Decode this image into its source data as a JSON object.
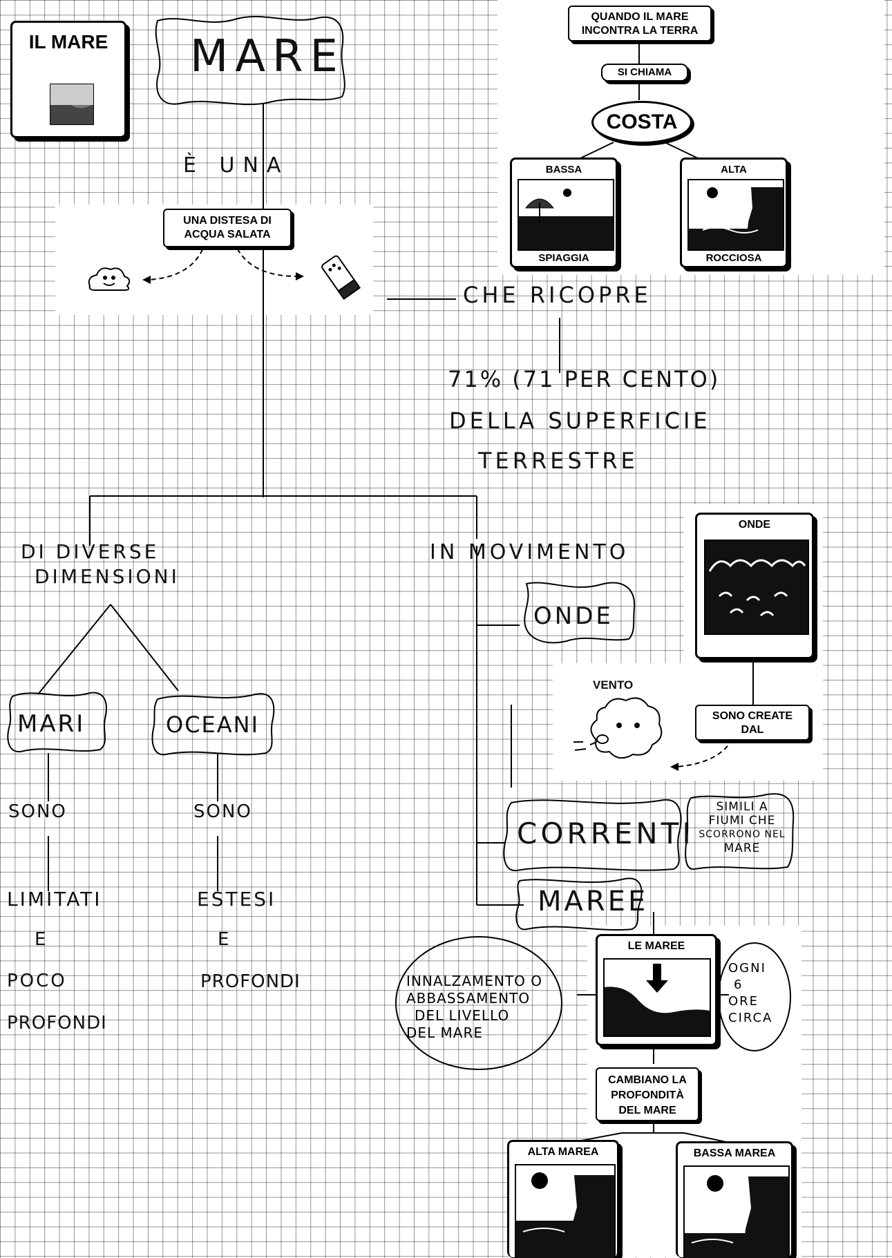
{
  "title_card": {
    "label": "IL MARE"
  },
  "top_concept": {
    "label": "MARE"
  },
  "e_una": {
    "label": "È UNA"
  },
  "distesa": {
    "label_line1": "UNA DISTESA DI",
    "label_line2": "ACQUA SALATA"
  },
  "costa_branch": {
    "quando_line1": "QUANDO IL MARE",
    "quando_line2": "INCONTRA LA TERRA",
    "si_chiama": "SI CHIAMA",
    "costa": "COSTA",
    "bassa": {
      "top": "BASSA",
      "bottom": "SPIAGGIA"
    },
    "alta": {
      "top": "ALTA",
      "bottom": "ROCCIOSA"
    }
  },
  "che_ricopre": {
    "label": "CHE RICOPRE"
  },
  "percent": {
    "line1": "71% (71 PER CENTO)",
    "line2": "DELLA SUPERFICIE",
    "line3": "TERRESTRE"
  },
  "dimensioni": {
    "line1": "DI DIVERSE",
    "line2": "DIMENSIONI"
  },
  "movimento": {
    "label": "IN MOVIMENTO"
  },
  "mari": {
    "label": "MARI",
    "sono": "SONO",
    "d1": "LIMITATI",
    "d2": "E",
    "d3": "POCO",
    "d4": "PROFONDI"
  },
  "oceani": {
    "label": "OCEANI",
    "sono": "SONO",
    "d1": "ESTESI",
    "d2": "E",
    "d3": "PROFONDI"
  },
  "onde": {
    "label": "ONDE",
    "card": "ONDE",
    "sono_create_1": "SONO CREATE",
    "sono_create_2": "DAL",
    "vento": "VENTO"
  },
  "correnti": {
    "label": "CORRENTI",
    "simili_1": "SIMILI A",
    "simili_2": "FIUMI CHE",
    "simili_3": "SCORRONO NEL",
    "simili_4": "MARE"
  },
  "maree": {
    "label": "MAREE",
    "card": "LE MAREE",
    "ogni_1": "OGNI",
    "ogni_2": "6",
    "ogni_3": "ORE",
    "ogni_4": "CIRCA",
    "innal_1": "INNALZAMENTO O",
    "innal_2": "ABBASSAMENTO",
    "innal_3": "DEL LIVELLO",
    "innal_4": "DEL MARE",
    "cambiano_1": "CAMBIANO LA",
    "cambiano_2": "PROFONDITÀ",
    "cambiano_3": "DEL MARE",
    "alta_marea": "ALTA MAREA",
    "bassa_marea": "BASSA MAREA"
  }
}
